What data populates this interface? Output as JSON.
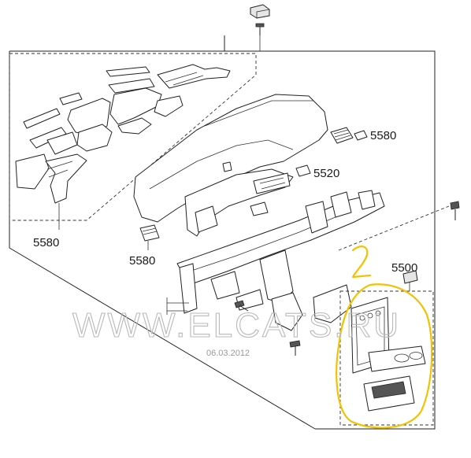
{
  "callouts": {
    "vent_group": "5580",
    "vent_right": "5580",
    "vent_small": "5580",
    "panel_insert": "5520",
    "console_group": "5500"
  },
  "annotation": {
    "handwritten_number": "2"
  },
  "watermark": {
    "text": "WWW.ELCATS.RU",
    "date": "06.03.2012"
  },
  "colors": {
    "highlight": "#f2c200",
    "line": "#222222",
    "watermark": "#b9b9b9"
  }
}
